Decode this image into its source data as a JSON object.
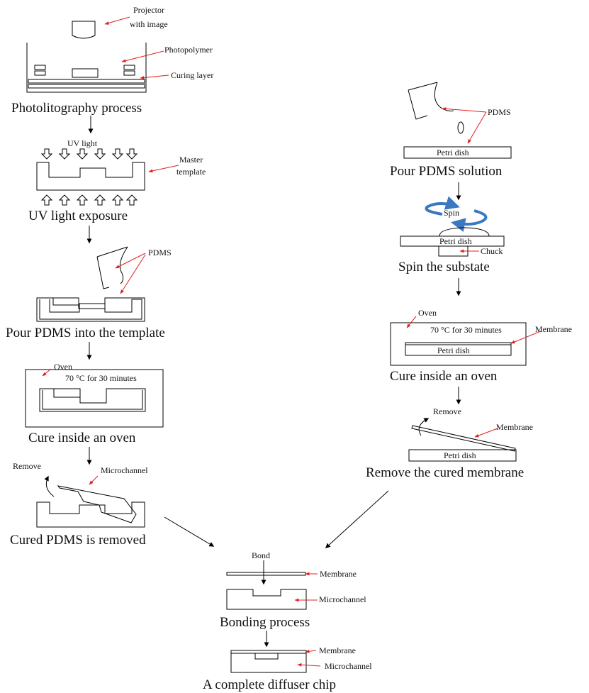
{
  "steps": {
    "photolithography": {
      "title": "Photolitography process",
      "projector": "Projector",
      "projector2": "with image",
      "photopolymer": "Photopolymer",
      "curing_layer": "Curing layer"
    },
    "uv": {
      "title": "UV light exposure",
      "uv_light": "UV light",
      "master": "Master",
      "master2": "template"
    },
    "pour_template": {
      "title": "Pour PDMS into the template",
      "pdms": "PDMS"
    },
    "cure_left": {
      "title": "Cure inside an oven",
      "oven": "Oven",
      "temp": "70 °C for 30 minutes"
    },
    "removed": {
      "title": "Cured PDMS is removed",
      "remove": "Remove",
      "microchannel": "Microchannel"
    },
    "pour_solution": {
      "title": "Pour PDMS solution",
      "pdms": "PDMS",
      "petri": "Petri dish"
    },
    "spin": {
      "title": "Spin the substate",
      "spin": "Spin",
      "petri": "Petri dish",
      "chuck": "Chuck"
    },
    "cure_right": {
      "title": "Cure inside an oven",
      "oven": "Oven",
      "temp": "70 °C for 30 minutes",
      "membrane": "Membrane",
      "petri": "Petri dish"
    },
    "remove_membrane": {
      "title": "Remove the cured membrane",
      "remove": "Remove",
      "membrane": "Membrane",
      "petri": "Petri dish"
    },
    "bonding": {
      "title": "Bonding process",
      "bond": "Bond",
      "membrane": "Membrane",
      "microchannel": "Microchannel"
    },
    "final": {
      "title": "A complete diffuser chip",
      "membrane": "Membrane",
      "microchannel": "Microchannel"
    }
  },
  "colors": {
    "annotation": "#e02020",
    "spin_arrow": "#3a78c2"
  }
}
